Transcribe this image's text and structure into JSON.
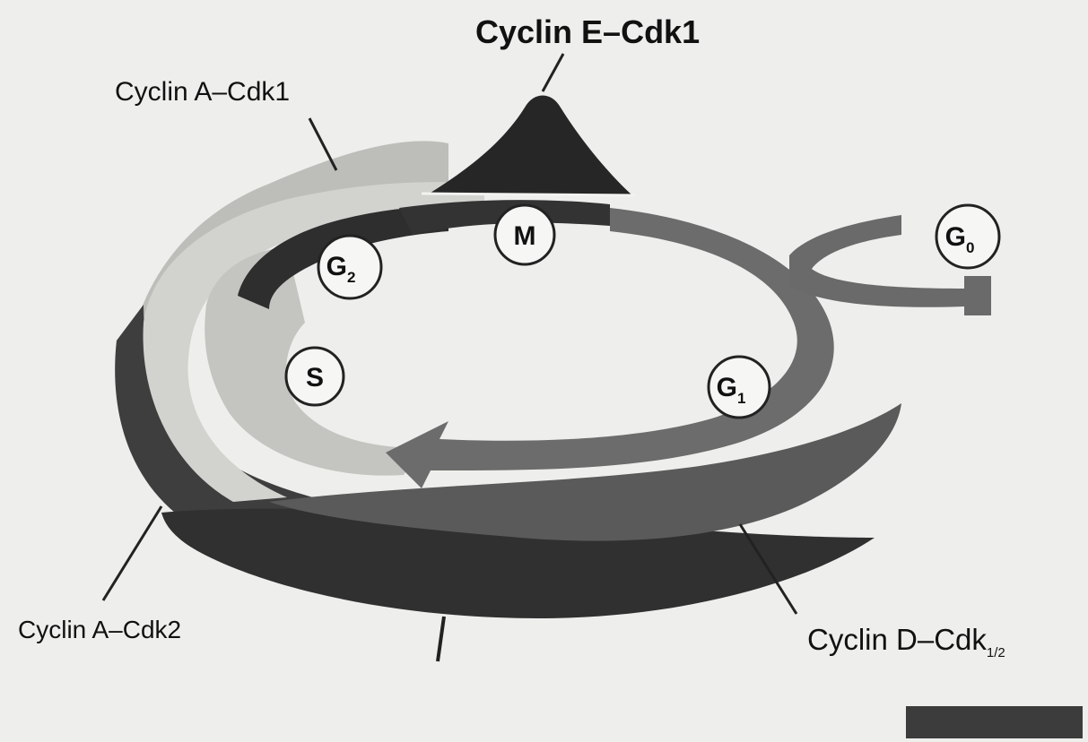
{
  "labels": {
    "cyclin_e_cdk1": "Cyclin E–Cdk1",
    "cyclin_a_cdk1": "Cyclin A–Cdk1",
    "cyclin_a_cdk2": "Cyclin A–Cdk2",
    "cyclin_d_cdk": "Cyclin D–Cdk",
    "cyclin_d_cdk_suffix": "1/2"
  },
  "phases": {
    "m": "M",
    "g2_main": "G",
    "g2_sub": "2",
    "s": "S",
    "g1_main": "G",
    "g1_sub": "1",
    "g0_main": "G",
    "g0_sub": "0"
  },
  "colors": {
    "background": "#eeeeec",
    "cyclin_e_peak": "#2b2b2b",
    "cyclin_a_cdk2_band": "#3a3a3a",
    "cyclin_d_band": "#555555",
    "cycle_arrow": "#6a6a6a",
    "g2_band": "#333333",
    "light_band": "#c9c9c6"
  }
}
